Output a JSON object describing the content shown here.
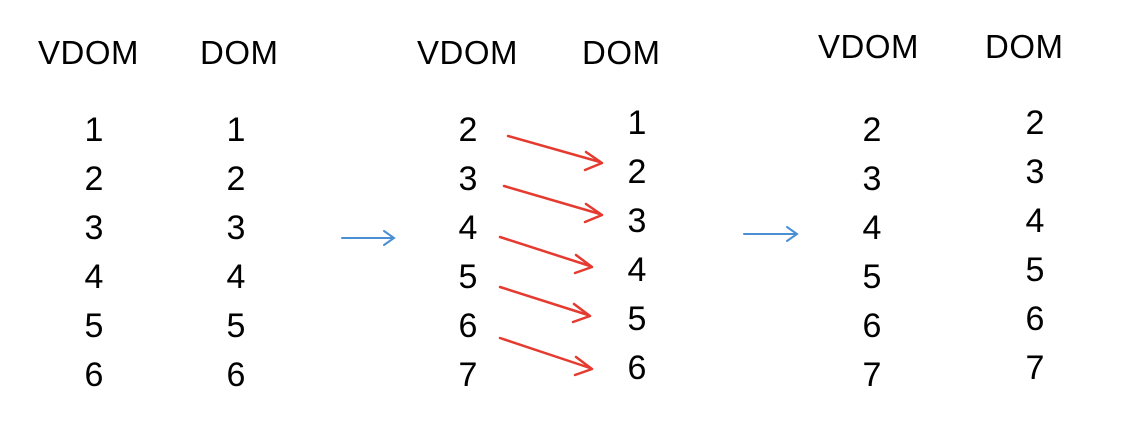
{
  "colors": {
    "text": "#000000",
    "transition_arrow": "#4a8fd4",
    "move_arrow": "#e53a2f"
  },
  "panels": [
    {
      "vdom_header": "VDOM",
      "dom_header": "DOM",
      "vdom": [
        "1",
        "2",
        "3",
        "4",
        "5",
        "6"
      ],
      "dom": [
        "1",
        "2",
        "3",
        "4",
        "5",
        "6"
      ]
    },
    {
      "vdom_header": "VDOM",
      "dom_header": "DOM",
      "vdom": [
        "2",
        "3",
        "4",
        "5",
        "6",
        "7"
      ],
      "dom": [
        "1",
        "2",
        "3",
        "4",
        "5",
        "6"
      ]
    },
    {
      "vdom_header": "VDOM",
      "dom_header": "DOM",
      "vdom": [
        "2",
        "3",
        "4",
        "5",
        "6",
        "7"
      ],
      "dom": [
        "2",
        "3",
        "4",
        "5",
        "6",
        "7"
      ]
    }
  ],
  "transition_arrows": [
    "panel-1-to-panel-2",
    "panel-2-to-panel-3"
  ],
  "move_arrows": [
    {
      "from": "2",
      "to": "2"
    },
    {
      "from": "3",
      "to": "3"
    },
    {
      "from": "4",
      "to": "4"
    },
    {
      "from": "5",
      "to": "5"
    },
    {
      "from": "6",
      "to": "6"
    }
  ]
}
